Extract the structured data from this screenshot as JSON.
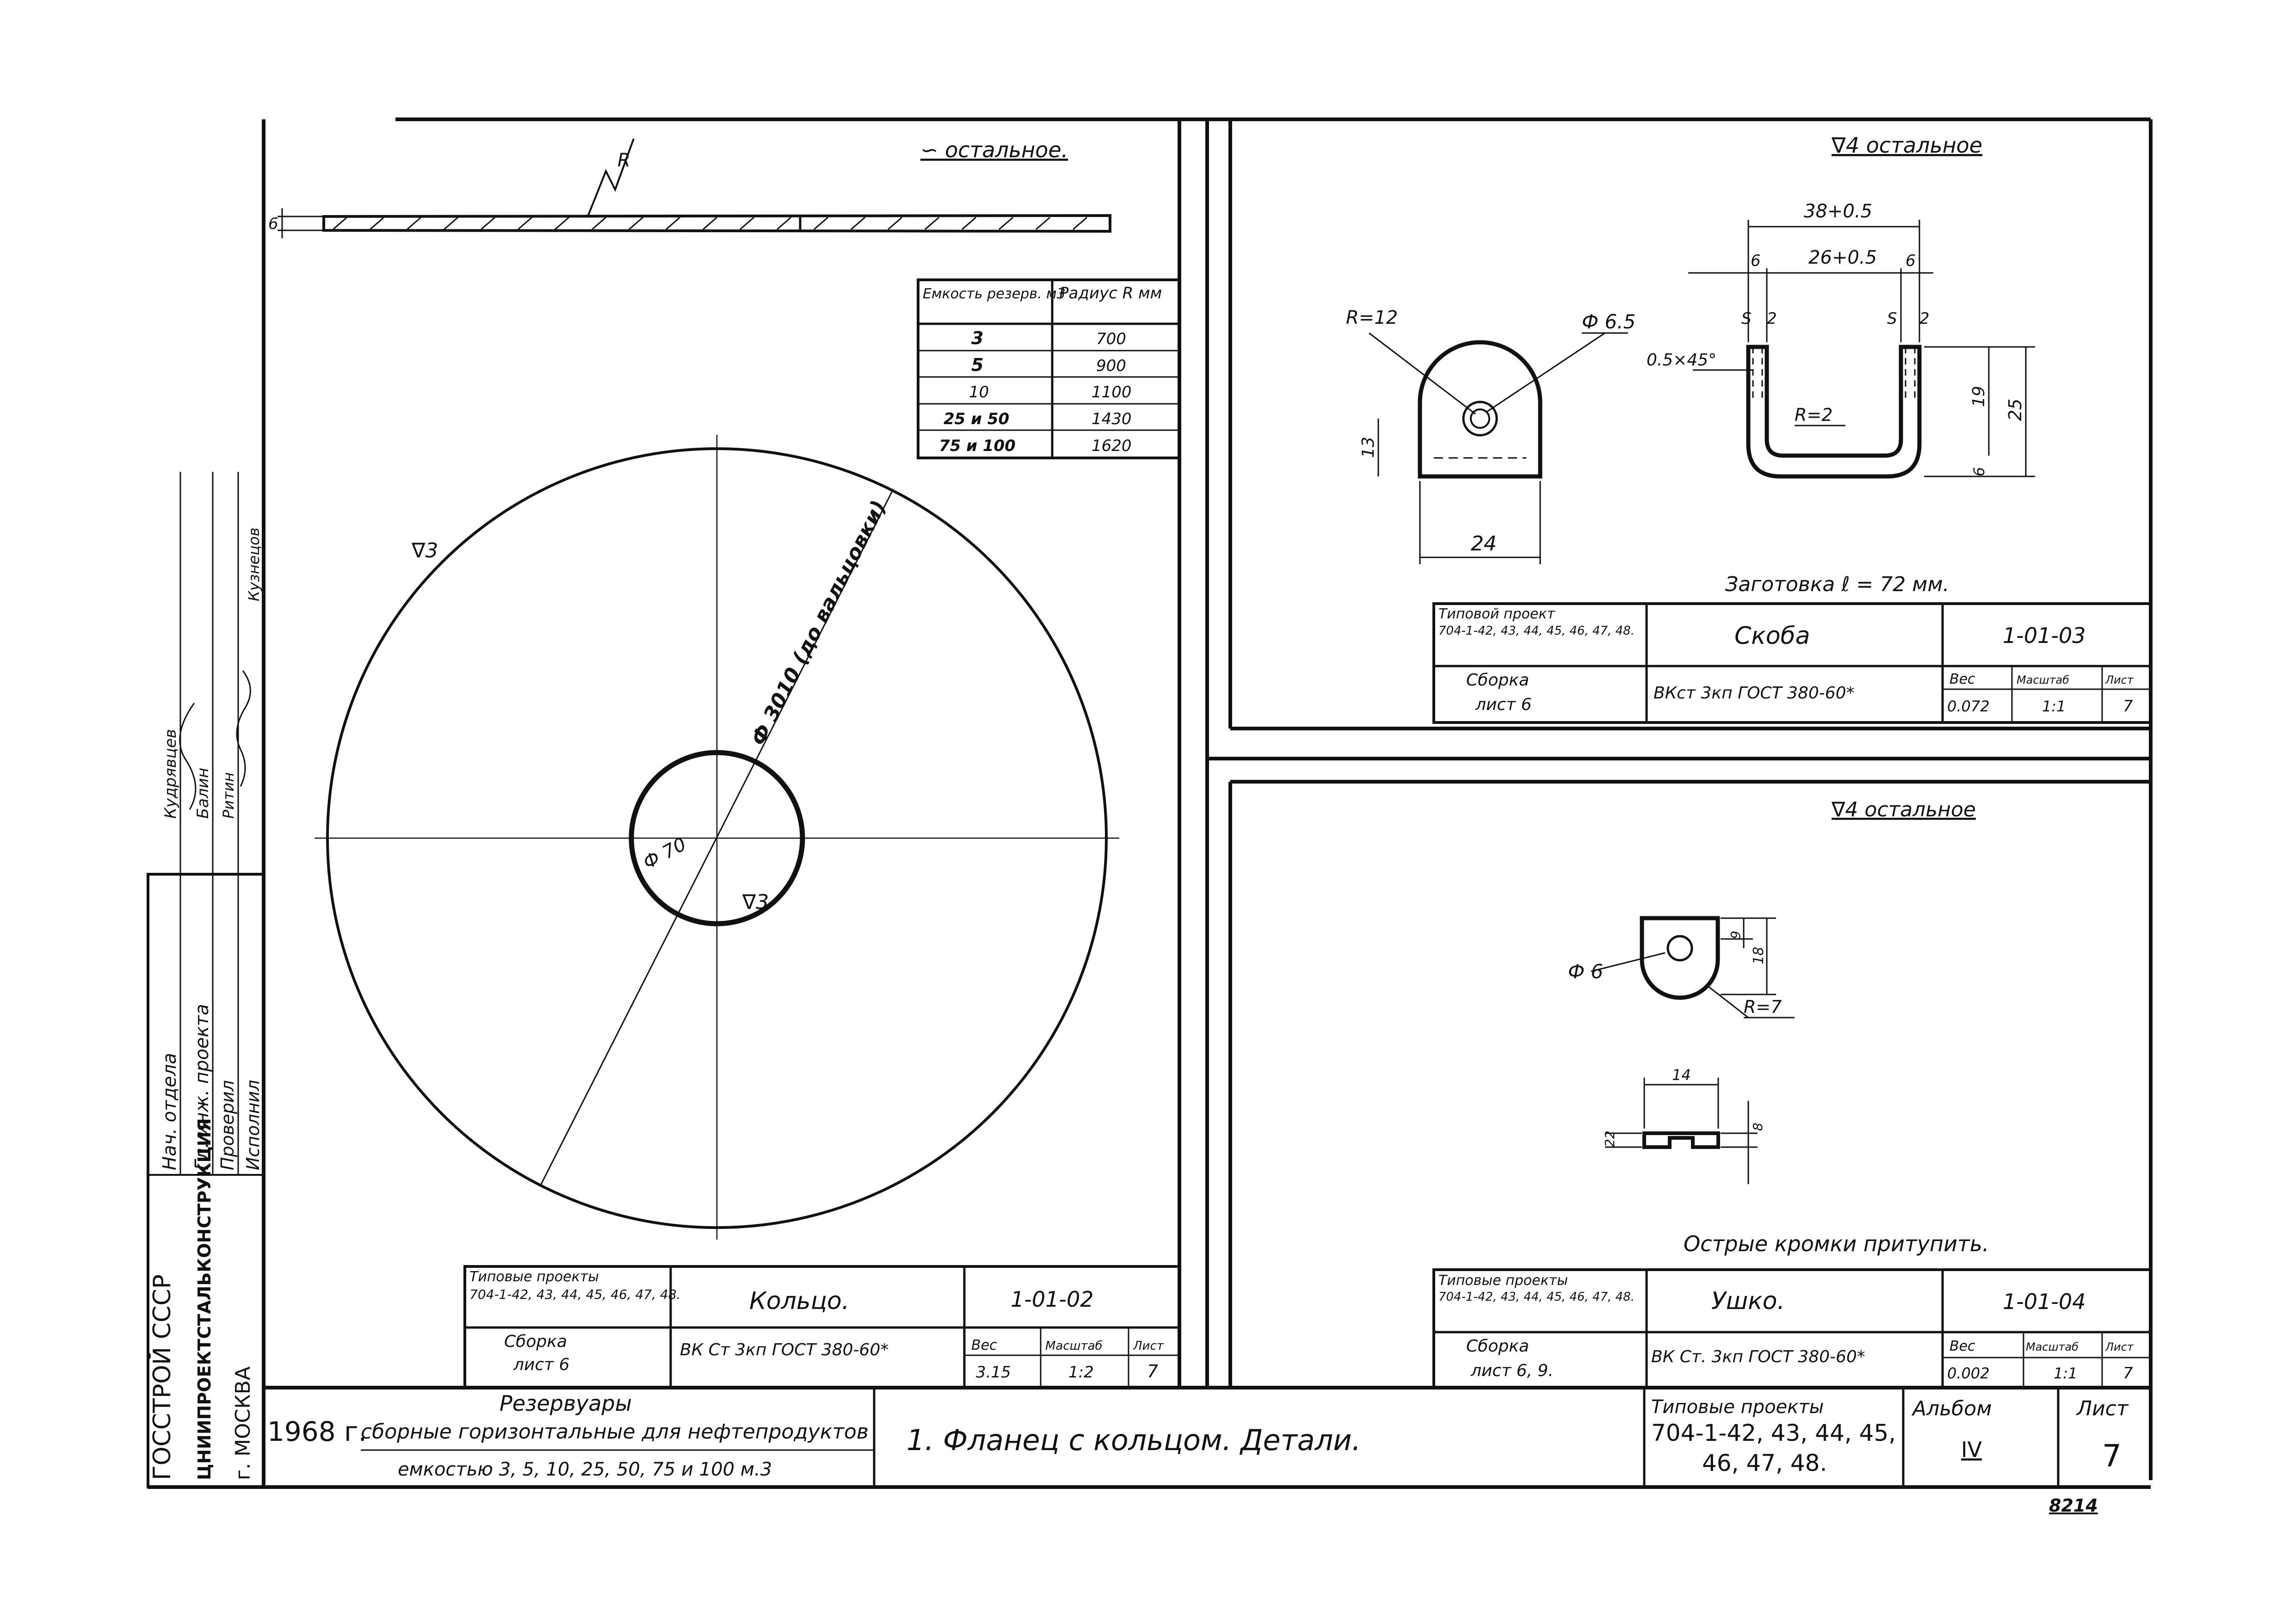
{
  "ring_view": {
    "profile_note": "∽ остальное.",
    "thickness": "6",
    "section_mark": "R",
    "surface_outer": "∇3",
    "surface_inner": "∇3",
    "outer_diameter": "Ф 3010 (до вальцовки)",
    "inner_diameter": "Ф 70",
    "radius_table": {
      "headers": [
        "Емкость резерв. м3",
        "Радиус R мм"
      ],
      "rows": [
        [
          "3",
          "700"
        ],
        [
          "5",
          "900"
        ],
        [
          "10",
          "1100"
        ],
        [
          "25 и 50",
          "1430"
        ],
        [
          "75 и 100",
          "1620"
        ]
      ]
    }
  },
  "ring_stamp": {
    "projects_label": "Типовые проекты",
    "projects_numbers": "704-1-42, 43, 44, 45, 46, 47, 48.",
    "assembly": "Сборка",
    "sheet_ref": "лист 6",
    "name": "Кольцо.",
    "code": "1-01-02",
    "material": "ВК Ст 3кп ГОСТ 380-60*",
    "weight_label": "Вес",
    "scale_label": "Масштаб",
    "sheet_label": "Лист",
    "weight": "3.15",
    "scale": "1:2",
    "sheet": "7"
  },
  "bracket_view": {
    "surface_note": "∇4 остальное",
    "radius_top": "R=12",
    "hole_diameter": "Ф 6.5",
    "dim_13": "13",
    "dim_24": "24",
    "chamfer": "0.5×45°",
    "dim_38": "38+0.5",
    "dim_26": "26+0.5",
    "dim_6a": "6",
    "dim_6b": "6",
    "dim_s2a": "S",
    "dim_s2b": "2",
    "dim_s2c": "S",
    "dim_s2d": "2",
    "radius_inner": "R=2",
    "dim_19": "19",
    "dim_25": "25",
    "dim_6c": "6",
    "blank": "Заготовка ℓ = 72 мм."
  },
  "bracket_stamp": {
    "projects_label": "Типовой проект",
    "projects_numbers": "704-1-42, 43, 44, 45, 46, 47, 48.",
    "assembly": "Сборка",
    "sheet_ref": "лист 6",
    "name": "Скоба",
    "code": "1-01-03",
    "material": "ВКст 3кп ГОСТ 380-60*",
    "weight_label": "Вес",
    "scale_label": "Масштаб",
    "sheet_label": "Лист",
    "weight": "0.072",
    "scale": "1:1",
    "sheet": "7"
  },
  "lug_view": {
    "surface_note": "∇4 остальное",
    "hole_diameter": "Ф 6",
    "radius": "R=7",
    "dim_9": "9",
    "dim_18": "18",
    "dim_14": "14",
    "dim_8": "8",
    "dim_22": "22",
    "edges_note": "Острые кромки притупить."
  },
  "lug_stamp": {
    "projects_label": "Типовые проекты",
    "projects_numbers": "704-1-42, 43, 44, 45, 46, 47, 48.",
    "assembly": "Сборка",
    "sheet_ref": "лист 6, 9.",
    "name": "Ушко.",
    "code": "1-01-04",
    "material": "ВК Ст. 3кп ГОСТ 380-60*",
    "weight_label": "Вес",
    "scale_label": "Масштаб",
    "sheet_label": "Лист",
    "weight": "0.002",
    "scale": "1:1",
    "sheet": "7"
  },
  "title_block": {
    "year": "1968 г.",
    "subject_line1": "Резервуары",
    "subject_line2": "сборные горизонтальные для нефтепродуктов",
    "subject_line3": "емкостью  3, 5, 10, 25, 50, 75 и 100 м.3",
    "drawing_title": "1. Фланец с кольцом.    Детали.",
    "projects_label": "Типовые проекты",
    "projects_line1": "704-1-42, 43, 44, 45,",
    "projects_line2": "46, 47, 48.",
    "album_label": "Альбом",
    "album": "IV",
    "sheet_label": "Лист",
    "sheet": "7",
    "footer_code": "8214"
  },
  "side_stamp": {
    "org1": "ГОССТРОЙ СССР",
    "org2": "ЦНИИПРОЕКТСТАЛЬКОНСТРУКЦИЯ",
    "city": "г. МОСКВА",
    "role1": "Нач. отдела",
    "role2": "Гл. инж. проекта",
    "role3": "Проверил",
    "role4": "Исполнил",
    "name1": "Кудрявцев",
    "name2": "Балин",
    "name3": "Ритин",
    "name4": "Кузнецов"
  }
}
